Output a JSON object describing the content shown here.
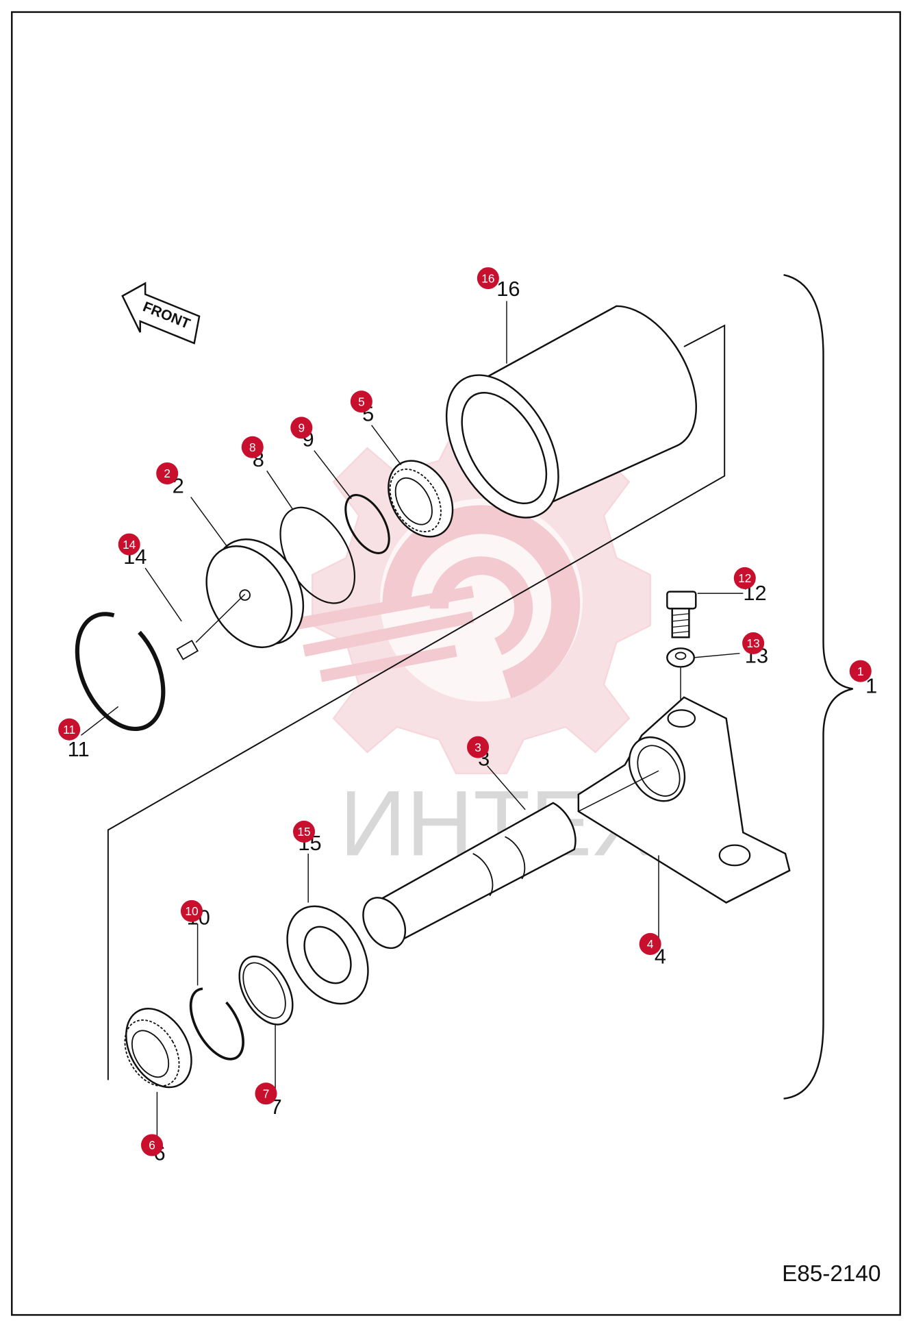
{
  "drawing_code": "E85-2140",
  "front_label": "FRONT",
  "watermark": "ИНТЕХ",
  "brand_color": "#c8102e",
  "callouts": [
    {
      "id": "16",
      "label": "16",
      "badge": "16"
    },
    {
      "id": "5",
      "label": "5",
      "badge": "5"
    },
    {
      "id": "9",
      "label": "9",
      "badge": "9"
    },
    {
      "id": "8",
      "label": "8",
      "badge": "8"
    },
    {
      "id": "2",
      "label": "2",
      "badge": "2"
    },
    {
      "id": "14",
      "label": "14",
      "badge": "14"
    },
    {
      "id": "11",
      "label": "11",
      "badge": "11"
    },
    {
      "id": "12",
      "label": "12",
      "badge": "12"
    },
    {
      "id": "13",
      "label": "13",
      "badge": "13"
    },
    {
      "id": "1",
      "label": "1",
      "badge": "1"
    },
    {
      "id": "3",
      "label": "3",
      "badge": "3"
    },
    {
      "id": "15",
      "label": "15",
      "badge": "15"
    },
    {
      "id": "4",
      "label": "4",
      "badge": "4"
    },
    {
      "id": "10",
      "label": "10",
      "badge": "10"
    },
    {
      "id": "7",
      "label": "7",
      "badge": "7"
    },
    {
      "id": "6",
      "label": "6",
      "badge": "6"
    }
  ]
}
